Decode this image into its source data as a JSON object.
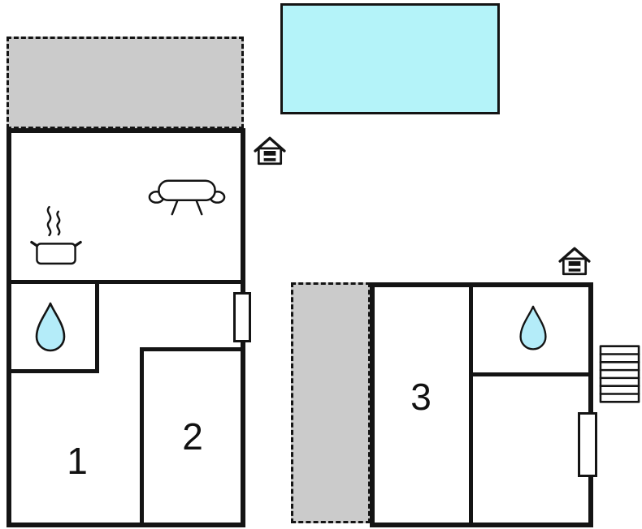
{
  "colors": {
    "wall": "#141414",
    "terrace_fill": "#cbcbcb",
    "pool_fill": "#b4f3f9",
    "water_fill": "#b4ecf9",
    "paper": "#ffffff"
  },
  "rooms": {
    "room1": {
      "label": "1"
    },
    "room2": {
      "label": "2"
    },
    "room3": {
      "label": "3"
    }
  },
  "areas": {
    "pool": "swimming-pool",
    "terrace_left": "terrace",
    "terrace_right": "terrace"
  },
  "icons": {
    "left_building": [
      "kettle-icon",
      "sofa-icon",
      "water-drop-icon",
      "entrance-house-icon",
      "window"
    ],
    "right_building": [
      "water-drop-icon",
      "entrance-house-icon",
      "ladder-icon",
      "window"
    ]
  }
}
